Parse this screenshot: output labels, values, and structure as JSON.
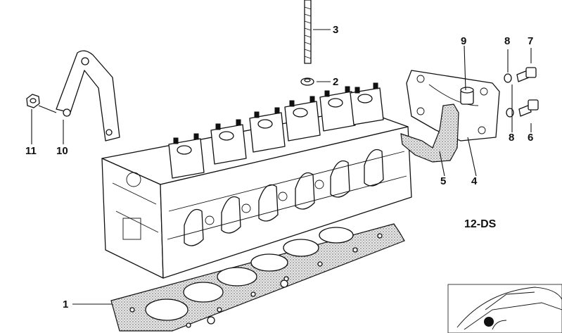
{
  "diagram": {
    "callouts": [
      {
        "id": "c1",
        "label": "1"
      },
      {
        "id": "c2",
        "label": "2"
      },
      {
        "id": "c3",
        "label": "3"
      },
      {
        "id": "c4",
        "label": "4"
      },
      {
        "id": "c5",
        "label": "5"
      },
      {
        "id": "c6",
        "label": "6"
      },
      {
        "id": "c7",
        "label": "7"
      },
      {
        "id": "c8a",
        "label": "8"
      },
      {
        "id": "c8b",
        "label": "8"
      },
      {
        "id": "c9",
        "label": "9"
      },
      {
        "id": "c10",
        "label": "10"
      },
      {
        "id": "c11",
        "label": "11"
      }
    ],
    "group_code": "12-DS"
  }
}
